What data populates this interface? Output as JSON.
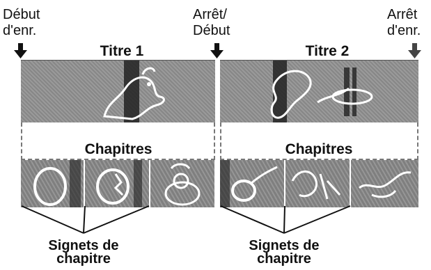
{
  "markers": {
    "start_rec": "Début\nd'enr.",
    "stop_start": "Arrêt/\nDébut",
    "stop_rec": "Arrêt\nd'enr."
  },
  "titles": [
    "Titre 1",
    "Titre 2"
  ],
  "chapters_label": "Chapitres",
  "bookmarks_label": "Signets de\nchapitre",
  "icons": [
    "rooster-image",
    "rooster-crowing-image",
    "egg-chick-images",
    "bird-feather-images"
  ]
}
